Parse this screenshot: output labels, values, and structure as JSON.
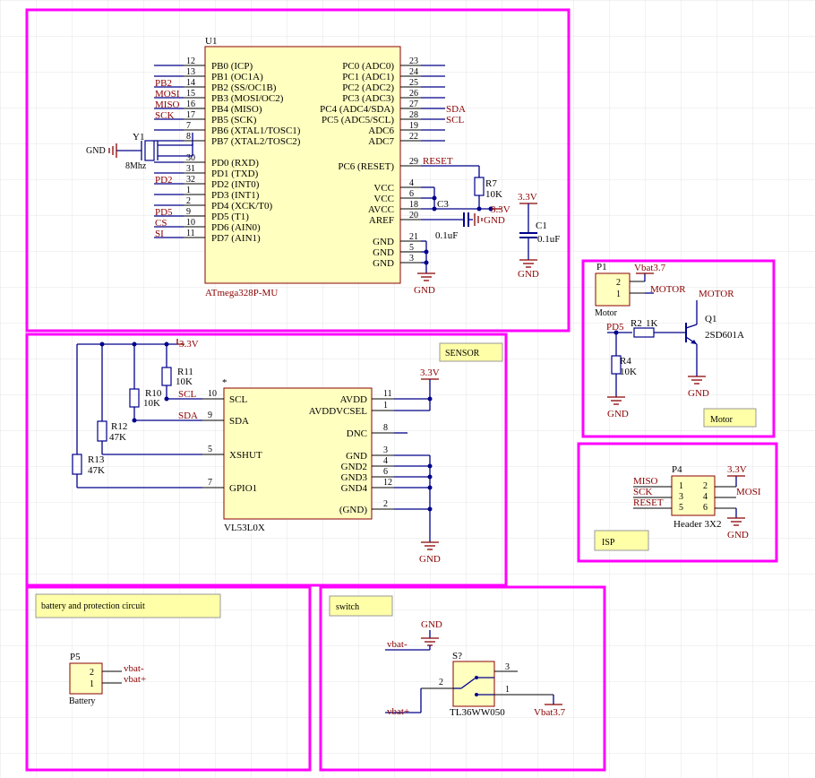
{
  "u1": {
    "ref": "U1",
    "part": "ATmega328P-MU",
    "left_pins": [
      {
        "num": "12",
        "name": "PB0 (ICP)",
        "net": ""
      },
      {
        "num": "13",
        "name": "PB1 (OC1A)",
        "net": ""
      },
      {
        "num": "14",
        "name": "PB2 (SS/OC1B)",
        "net": "PB2"
      },
      {
        "num": "15",
        "name": "PB3 (MOSI/OC2)",
        "net": "MOSI"
      },
      {
        "num": "16",
        "name": "PB4 (MISO)",
        "net": "MISO"
      },
      {
        "num": "17",
        "name": "PB5 (SCK)",
        "net": "SCK"
      },
      {
        "num": "7",
        "name": "PB6 (XTAL1/TOSC1)",
        "net": ""
      },
      {
        "num": "8",
        "name": "PB7 (XTAL2/TOSC2)",
        "net": ""
      },
      {
        "num": "30",
        "name": "PD0 (RXD)",
        "net": ""
      },
      {
        "num": "31",
        "name": "PD1 (TXD)",
        "net": ""
      },
      {
        "num": "32",
        "name": "PD2 (INT0)",
        "net": "PD2"
      },
      {
        "num": "1",
        "name": "PD3 (INT1)",
        "net": ""
      },
      {
        "num": "2",
        "name": "PD4 (XCK/T0)",
        "net": ""
      },
      {
        "num": "9",
        "name": "PD5 (T1)",
        "net": "PD5"
      },
      {
        "num": "10",
        "name": "PD6 (AIN0)",
        "net": "CS"
      },
      {
        "num": "11",
        "name": "PD7 (AIN1)",
        "net": "SI"
      }
    ],
    "right_pins": [
      {
        "num": "23",
        "name": "PC0 (ADC0)",
        "net": ""
      },
      {
        "num": "24",
        "name": "PC1 (ADC1)",
        "net": ""
      },
      {
        "num": "25",
        "name": "PC2 (ADC2)",
        "net": ""
      },
      {
        "num": "26",
        "name": "PC3 (ADC3)",
        "net": ""
      },
      {
        "num": "27",
        "name": "PC4 (ADC4/SDA)",
        "net": "SDA"
      },
      {
        "num": "28",
        "name": "PC5 (ADC5/SCL)",
        "net": "SCL"
      },
      {
        "num": "19",
        "name": "ADC6",
        "net": ""
      },
      {
        "num": "22",
        "name": "ADC7",
        "net": ""
      },
      {
        "num": "29",
        "name": "PC6 (RESET)",
        "net": "RESET"
      },
      {
        "num": "4",
        "name": "VCC",
        "net": ""
      },
      {
        "num": "6",
        "name": "VCC",
        "net": ""
      },
      {
        "num": "18",
        "name": "AVCC",
        "net": ""
      },
      {
        "num": "20",
        "name": "AREF",
        "net": ""
      },
      {
        "num": "21",
        "name": "GND",
        "net": ""
      },
      {
        "num": "5",
        "name": "GND",
        "net": ""
      },
      {
        "num": "3",
        "name": "GND",
        "net": ""
      }
    ],
    "gnd_left": "GND",
    "gnd_bottom": "GND",
    "crystal_ref": "Y1",
    "crystal_val": "8Mhz",
    "r7_ref": "R7",
    "r7_val": "10K",
    "c3_ref": "C3",
    "c3_val": "0.1uF",
    "c3_gnd": "GND",
    "vcc_label": "3.3V",
    "c1_ref": "C1",
    "c1_val": "0.1uF",
    "c1_vcc": "3.3V",
    "c1_gnd": "GND"
  },
  "sensor": {
    "note": "SENSOR",
    "star": "*",
    "part": "VL53L0X",
    "left_pins": [
      {
        "num": "10",
        "name": "SCL"
      },
      {
        "num": "9",
        "name": "SDA"
      },
      {
        "num": "5",
        "name": "XSHUT"
      },
      {
        "num": "7",
        "name": "GPIO1"
      }
    ],
    "right_pins": [
      {
        "num": "11",
        "name": "AVDD"
      },
      {
        "num": "1",
        "name": "AVDDVCSEL"
      },
      {
        "num": "8",
        "name": "DNC"
      },
      {
        "num": "3",
        "name": "GND"
      },
      {
        "num": "4",
        "name": "GND2"
      },
      {
        "num": "6",
        "name": "GND3"
      },
      {
        "num": "12",
        "name": "GND4"
      },
      {
        "num": "2",
        "name": "(GND)"
      }
    ],
    "scl_net": "SCL",
    "sda_net": "SDA",
    "vcc_top": "3.3V",
    "vcc_right": "3.3V",
    "gnd": "GND",
    "r11_ref": "R11",
    "r11_val": "10K",
    "r10_ref": "R10",
    "r10_val": "10K",
    "r12_ref": "R12",
    "r12_val": "47K",
    "r13_ref": "R13",
    "r13_val": "47K"
  },
  "motor": {
    "note": "Motor",
    "p1_ref": "P1",
    "p1_label": "Motor",
    "p1_pins": [
      "2",
      "1"
    ],
    "vbat": "Vbat3.7",
    "net_motor_a": "MOTOR",
    "net_motor_b": "MOTOR",
    "q1_ref": "Q1",
    "q1_val": "2SD601A",
    "pd5": "PD5",
    "r2_ref": "R2",
    "r2_val": "1K",
    "r4_ref": "R4",
    "r4_val": "10K",
    "gnd_a": "GND",
    "gnd_b": "GND"
  },
  "isp": {
    "note": "ISP",
    "p4_ref": "P4",
    "p4_label": "Header 3X2",
    "left_nets": [
      "MISO",
      "SCK",
      "RESET"
    ],
    "left_nums": [
      "1",
      "3",
      "5"
    ],
    "right_nums": [
      "2",
      "4",
      "6"
    ],
    "mosi": "MOSI",
    "vcc": "3.3V",
    "gnd": "GND"
  },
  "battery": {
    "note": "battery and protection circuit",
    "p5_ref": "P5",
    "p5_label": "Battery",
    "pins": [
      "2",
      "1"
    ],
    "nets": [
      "vbat-",
      "vbat+"
    ]
  },
  "switch": {
    "note": "switch",
    "gnd": "GND",
    "vbat_minus": "vbat-",
    "vbat_plus": "vbat+",
    "s_ref": "S?",
    "s_part": "TL36WW050",
    "pin_left": "2",
    "pin_top": "3",
    "pin_bot": "1",
    "vbat_out": "Vbat3.7"
  }
}
